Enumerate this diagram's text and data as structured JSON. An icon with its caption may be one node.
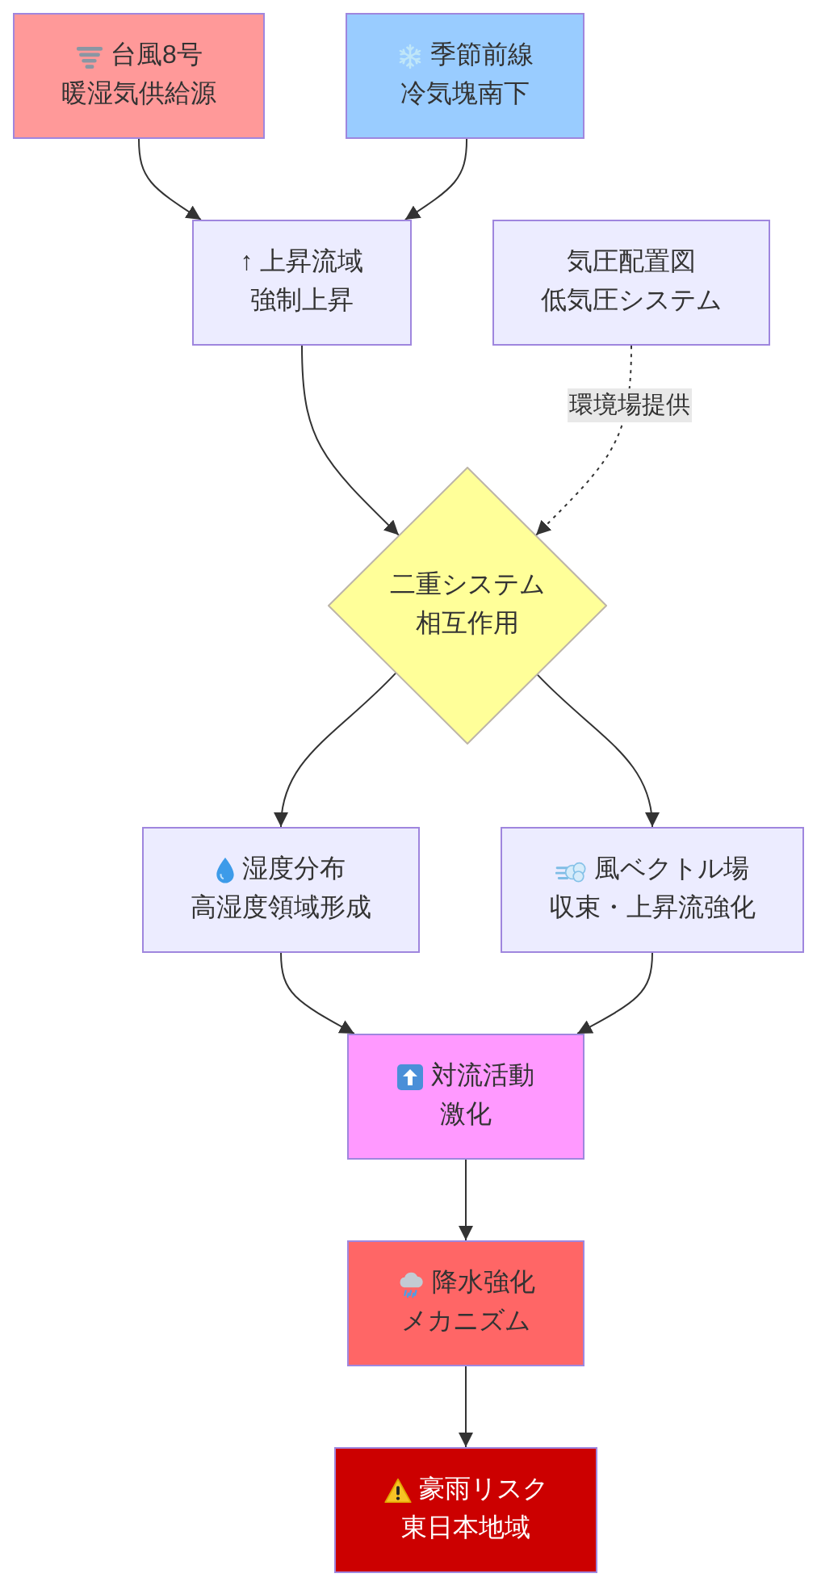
{
  "diagram": {
    "nodes": [
      {
        "text": [
          "台風8号",
          "暖湿気供給源"
        ]
      },
      {
        "text": [
          "季節前線",
          "冷気塊南下"
        ]
      },
      {
        "text": [
          "↑ 上昇流域",
          "強制上昇"
        ]
      },
      {
        "text": [
          "気圧配置図",
          "低気圧システム"
        ]
      },
      {
        "text": [
          "二重システム",
          "相互作用"
        ]
      },
      {
        "text": [
          "湿度分布",
          "高湿度領域形成"
        ]
      },
      {
        "text": [
          "風ベクトル場",
          "収束・上昇流強化"
        ]
      },
      {
        "text": [
          "対流活動",
          "激化"
        ]
      },
      {
        "text": [
          "降水強化",
          "メカニズム"
        ]
      },
      {
        "text": [
          "豪雨リスク",
          "東日本地域"
        ]
      }
    ],
    "edges": [
      {
        "from": 0,
        "to": 2,
        "arrow": "to"
      },
      {
        "from": 1,
        "to": 2,
        "arrow": "to"
      },
      {
        "from": 2,
        "to": 4,
        "arrow": "to"
      },
      {
        "from": 3,
        "to": 4,
        "arrow": "to",
        "label": "環境場提供",
        "style": "dashed"
      },
      {
        "from": 4,
        "to": 5,
        "arrow": "to"
      },
      {
        "from": 4,
        "to": 6,
        "arrow": "to"
      },
      {
        "from": 5,
        "to": 7,
        "arrow": "to"
      },
      {
        "from": 6,
        "to": 7,
        "arrow": "to"
      },
      {
        "from": 7,
        "to": 8,
        "arrow": "to"
      },
      {
        "from": 8,
        "to": 9,
        "arrow": "to"
      }
    ]
  }
}
